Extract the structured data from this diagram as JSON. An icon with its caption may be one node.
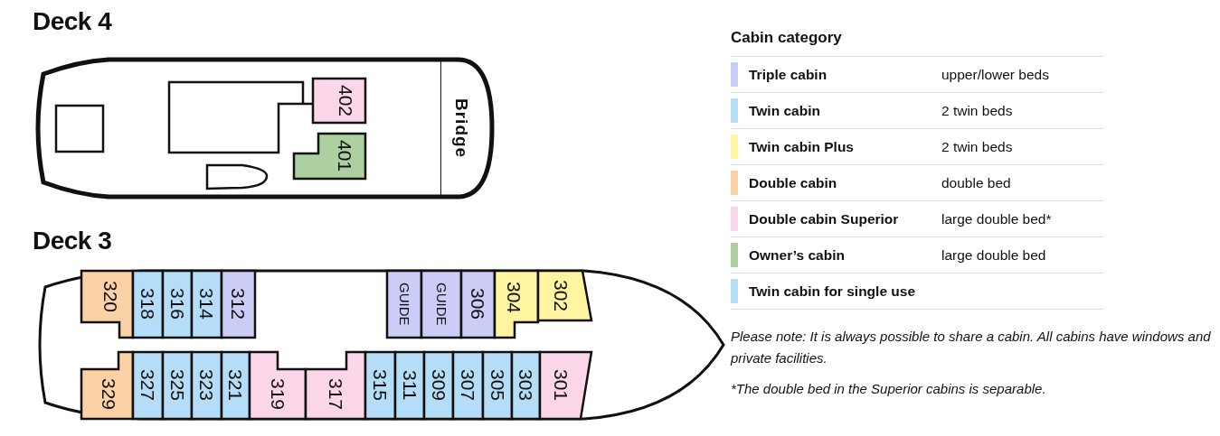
{
  "diagram": {
    "nodes": [
      {
        "text": [
          "Deck 4"
        ]
      },
      {
        "text": [],
        "shape": "box",
        "in": 0
      },
      {
        "text": [],
        "shape": "box",
        "in": 0
      },
      {
        "text": [
          "402"
        ],
        "in": 0
      },
      {
        "text": [],
        "shape": "box",
        "in": 0
      },
      {
        "text": [
          "401"
        ],
        "in": 0
      },
      {
        "text": [
          "Bridge"
        ],
        "in": 0
      },
      {
        "text": [
          "Deck 3"
        ]
      },
      {
        "text": [
          "320"
        ],
        "in": 7
      },
      {
        "text": [
          "318"
        ],
        "in": 7
      },
      {
        "text": [
          "316"
        ],
        "in": 7
      },
      {
        "text": [
          "314"
        ],
        "in": 7
      },
      {
        "text": [
          "312"
        ],
        "in": 7
      },
      {
        "text": [
          "GUIDE"
        ],
        "in": 7
      },
      {
        "text": [
          "GUIDE"
        ],
        "in": 7
      },
      {
        "text": [
          "306"
        ],
        "in": 7
      },
      {
        "text": [
          "304"
        ],
        "in": 7
      },
      {
        "text": [
          "302"
        ],
        "in": 7
      },
      {
        "text": [
          "329"
        ],
        "in": 7
      },
      {
        "text": [
          "327"
        ],
        "in": 7
      },
      {
        "text": [
          "325"
        ],
        "in": 7
      },
      {
        "text": [
          "323"
        ],
        "in": 7
      },
      {
        "text": [
          "321"
        ],
        "in": 7
      },
      {
        "text": [
          "319"
        ],
        "in": 7
      },
      {
        "text": [
          "317"
        ],
        "in": 7
      },
      {
        "text": [
          "315"
        ],
        "in": 7
      },
      {
        "text": [
          "311"
        ],
        "in": 7
      },
      {
        "text": [
          "309"
        ],
        "in": 7
      },
      {
        "text": [
          "307"
        ],
        "in": 7
      },
      {
        "text": [
          "305"
        ],
        "in": 7
      },
      {
        "text": [
          "303"
        ],
        "in": 7
      },
      {
        "text": [
          "301"
        ],
        "in": 7
      }
    ],
    "edges": [],
    "labels": [
      "Cabin category",
      "upper/lower beds",
      "2 twin beds",
      "2 twin beds",
      "double bed",
      "large double bed*",
      "large double bed",
      "Please note: It is always possible to share a cabin. All cabins have windows and private facilities.",
      "*The double bed in the Superior cabins is separable."
    ],
    "legend": [
      {
        "text": "Triple cabin",
        "color": "#cccdf7"
      },
      {
        "text": "Twin cabin",
        "color": "#b5ddf7"
      },
      {
        "text": "Twin cabin Plus",
        "color": "#fff5a0"
      },
      {
        "text": "Double cabin",
        "color": "#fbd1a6"
      },
      {
        "text": "Double cabin Superior",
        "color": "#fad6e8"
      },
      {
        "text": "Owner’s cabin",
        "color": "#acd0a0"
      },
      {
        "text": "Twin cabin for single use",
        "color": "#b5ddf7"
      }
    ]
  }
}
